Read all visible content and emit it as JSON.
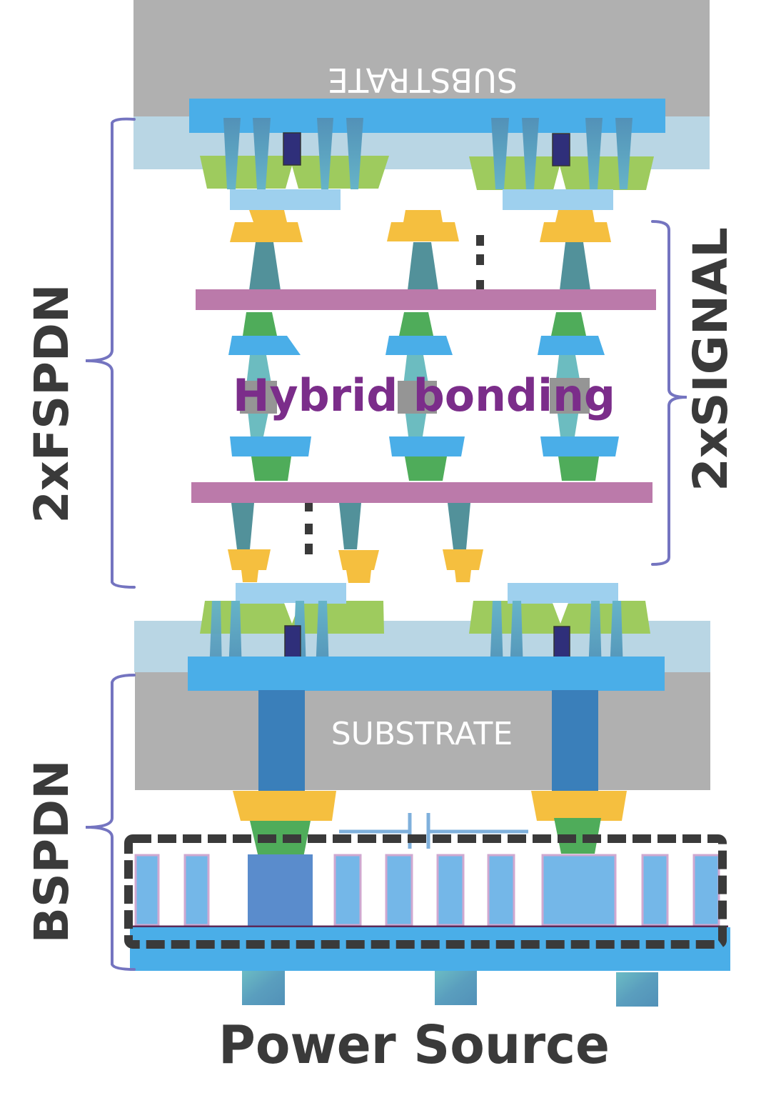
{
  "title": "2xFSPDN / 2xSIGNAL / BSPDN hybrid bonding stack",
  "labels": {
    "top_substrate": "SUBSTRATE",
    "bottom_substrate": "SUBSTRATE",
    "hybrid_bonding": "Hybrid bonding",
    "fspdn": "2xFSPDN",
    "signal": "2xSIGNAL",
    "bspdn": "BSPDN",
    "power_source": "Power Source"
  },
  "colors": {
    "substrate": "#b0b0b0",
    "metal_plate": "#4aaee8",
    "dielectric": "#b9d6e4",
    "transistor_green": "#9ecb5e",
    "pad_light": "#9ed0ee",
    "bump_yellow": "#f5bf3f",
    "via_teal": "#52919a",
    "via_light_teal": "#6cbcc0",
    "pad_green": "#4fac5a",
    "bond_layer": "#bb7aaa",
    "gate": "#2f2f7a",
    "tsv": "#3a7fba",
    "bracket": "#7474c0",
    "text_dark": "#3a3a3a",
    "hybrid_text": "#7b2d8a",
    "dashed_box": "#3a3a3a"
  }
}
